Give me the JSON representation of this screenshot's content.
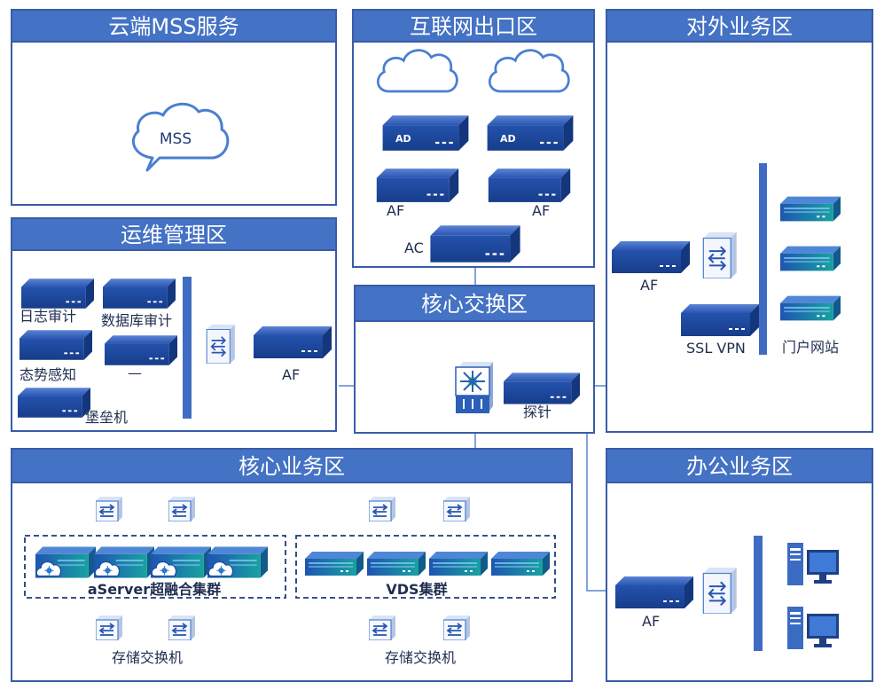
{
  "colors": {
    "zone_border": "#3a5ca8",
    "zone_title_bg": "#4472c4",
    "device_blue": "#1f4aa0",
    "line": "#5a86cc",
    "cloud_outline": "#4a7fd1"
  },
  "zones": {
    "cloud_mss": "云端MSS服务",
    "internet": "互联网出口区",
    "external": "对外业务区",
    "ops": "运维管理区",
    "core_switch": "核心交换区",
    "core_business": "核心业务区",
    "office": "办公业务区"
  },
  "labels": {
    "mss": "MSS",
    "ad": "AD",
    "af": "AF",
    "ac": "AC",
    "log_audit": "日志审计",
    "db_audit": "数据库审计",
    "situation": "态势感知",
    "dash": "—",
    "bastion": "堡垒机",
    "probe": "探针",
    "ssl_vpn": "SSL VPN",
    "portal": "门户网站",
    "aserver_cluster": "aServer超融合集群",
    "vds_cluster": "VDS集群",
    "storage_switch": "存储交换机"
  },
  "icons": [
    "cloud-icon",
    "gateway-device-icon",
    "firewall-icon",
    "switch-icon",
    "core-switch-icon",
    "server-icon",
    "hci-server-icon",
    "desktop-pc-icon"
  ]
}
